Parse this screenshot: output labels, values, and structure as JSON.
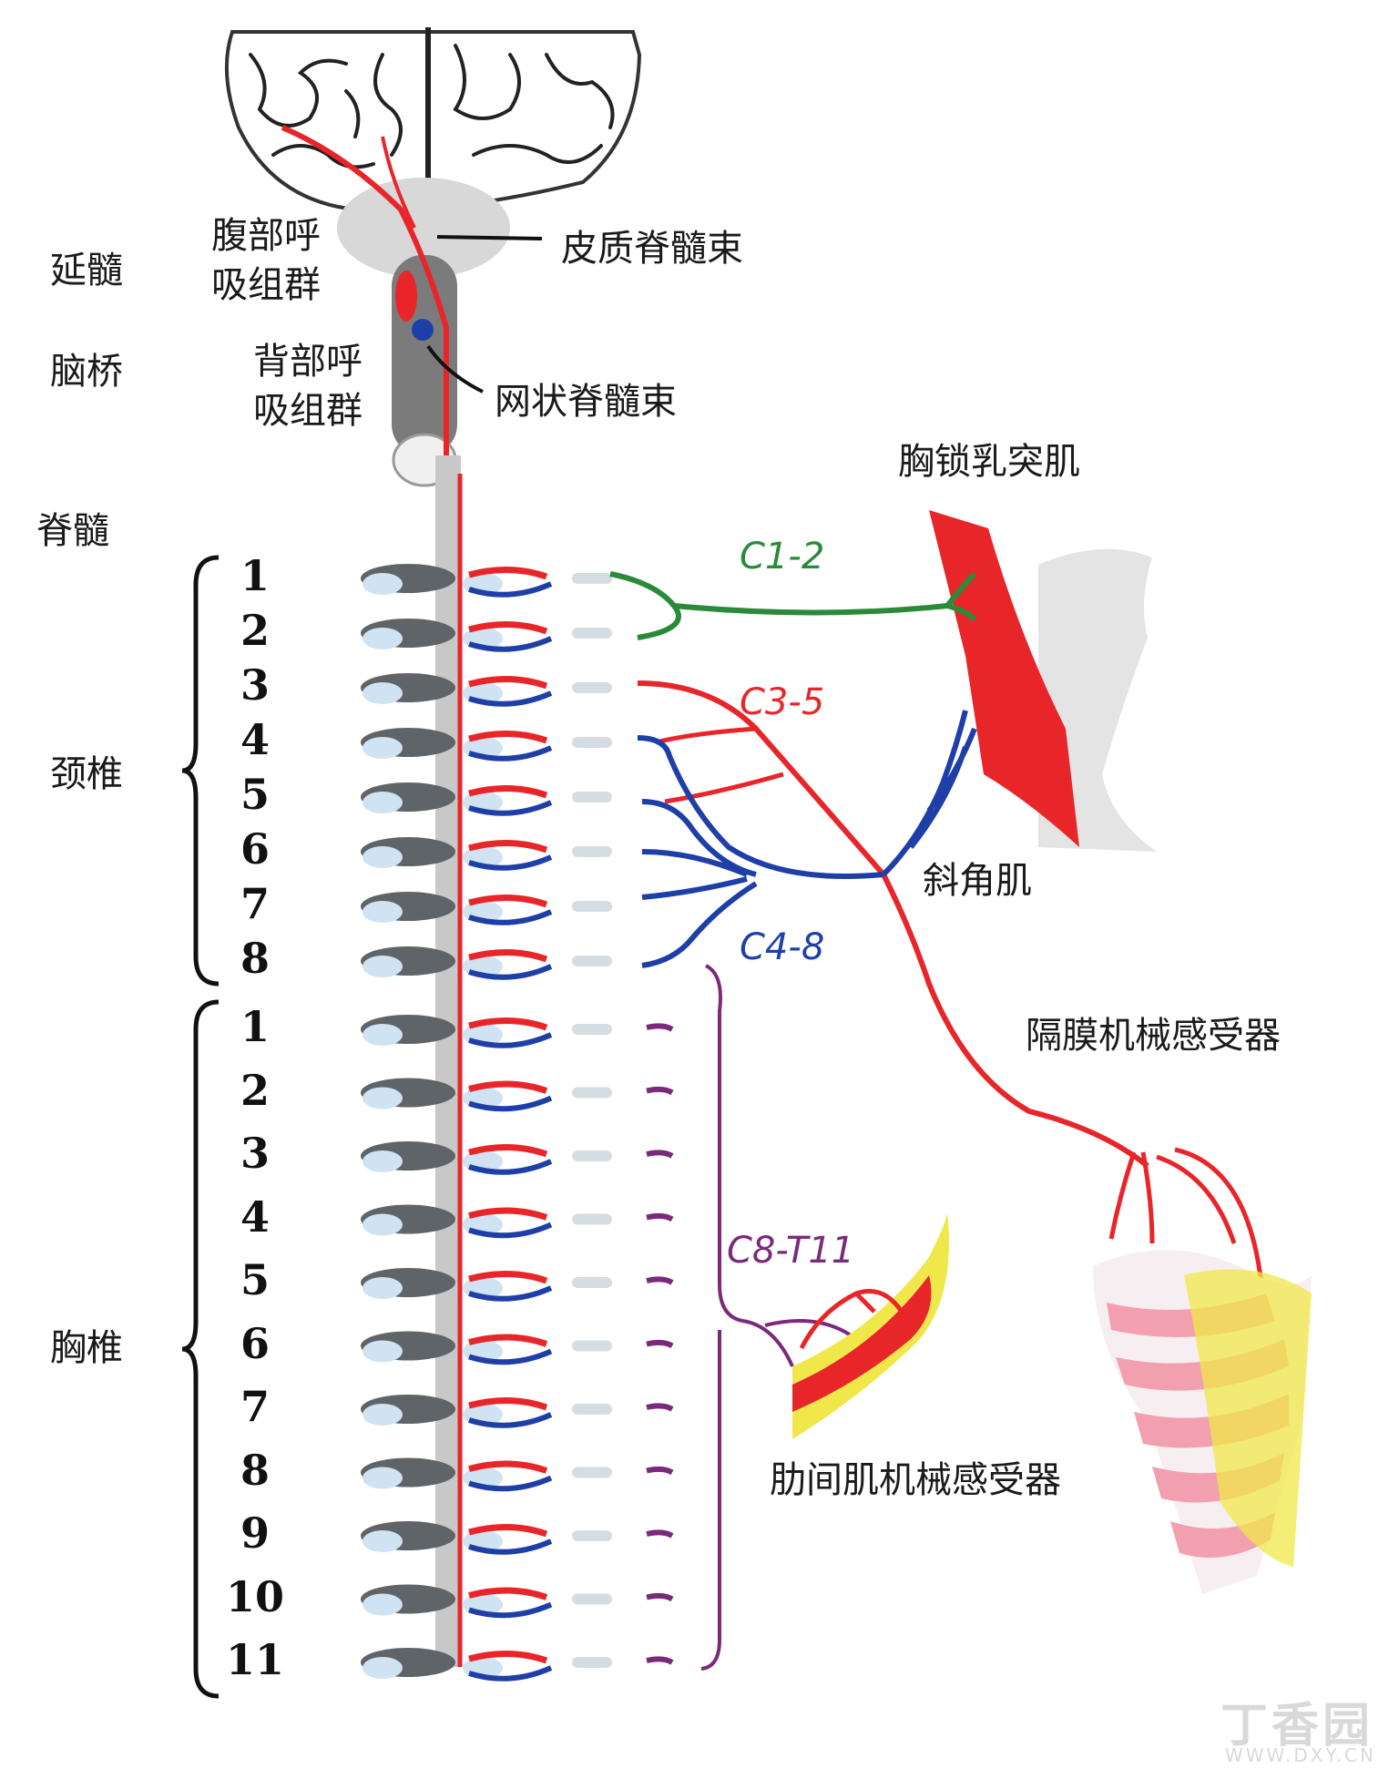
{
  "labels": {
    "medulla": "延髓",
    "pons": "脑桥",
    "spinal_cord": "脊髓",
    "cervical": "颈椎",
    "thoracic": "胸椎",
    "ventral_group": "腹部呼\n吸组群",
    "dorsal_group": "背部呼\n吸组群",
    "corticospinal": "皮质脊髓束",
    "reticulospinal": "网状脊髓束",
    "scm": "胸锁乳突肌",
    "scalene": "斜角肌",
    "diaphragm_receptor": "隔膜机械感受器",
    "intercostal_receptor": "肋间肌机械感受器"
  },
  "nerve_labels": {
    "c1_2": "C1-2",
    "c3_5": "C3-5",
    "c4_8": "C4-8",
    "c8_t11": "C8-T11"
  },
  "cervical_numbers": [
    "1",
    "2",
    "3",
    "4",
    "5",
    "6",
    "7",
    "8"
  ],
  "thoracic_numbers": [
    "1",
    "2",
    "3",
    "4",
    "5",
    "6",
    "7",
    "8",
    "9",
    "10",
    "11"
  ],
  "watermark": {
    "brand": "丁香园",
    "url": "WWW.DXY.CN"
  },
  "colors": {
    "red": "#e8262a",
    "blue": "#1f3fa8",
    "green": "#2a8a3a",
    "purple": "#7a2a7a",
    "yellow": "#f0e84a",
    "pink": "#f2a0b0",
    "gray": "#8a8a8a"
  }
}
